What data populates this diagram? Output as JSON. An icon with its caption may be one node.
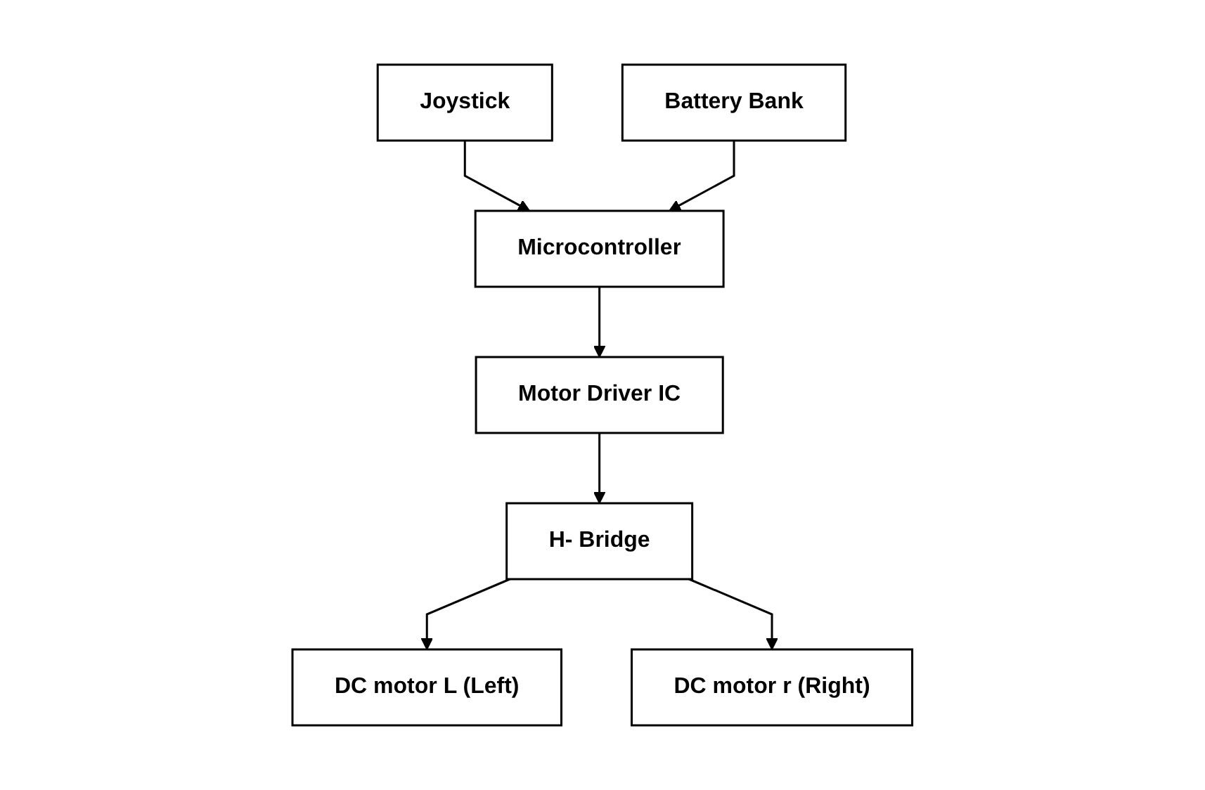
{
  "diagram": {
    "nodes": [
      {
        "text": [
          "Joystick"
        ]
      },
      {
        "text": [
          "Microcontroller"
        ]
      },
      {
        "text": [
          "Battery Bank"
        ]
      },
      {
        "text": [
          "Motor Driver IC"
        ]
      },
      {
        "text": [
          "H- Bridge"
        ]
      },
      {
        "text": [
          "DC motor L (Left)"
        ]
      },
      {
        "text": [
          "DC motor r (Right)"
        ]
      }
    ],
    "edges": [
      {
        "from": 0,
        "to": 1,
        "arrow": "to"
      },
      {
        "from": 2,
        "to": 1,
        "arrow": "to"
      },
      {
        "from": 1,
        "to": 3,
        "arrow": "to"
      },
      {
        "from": 3,
        "to": 4,
        "arrow": "to"
      },
      {
        "from": 4,
        "to": 5,
        "arrow": "to"
      },
      {
        "from": 4,
        "to": 6,
        "arrow": "to"
      }
    ]
  }
}
